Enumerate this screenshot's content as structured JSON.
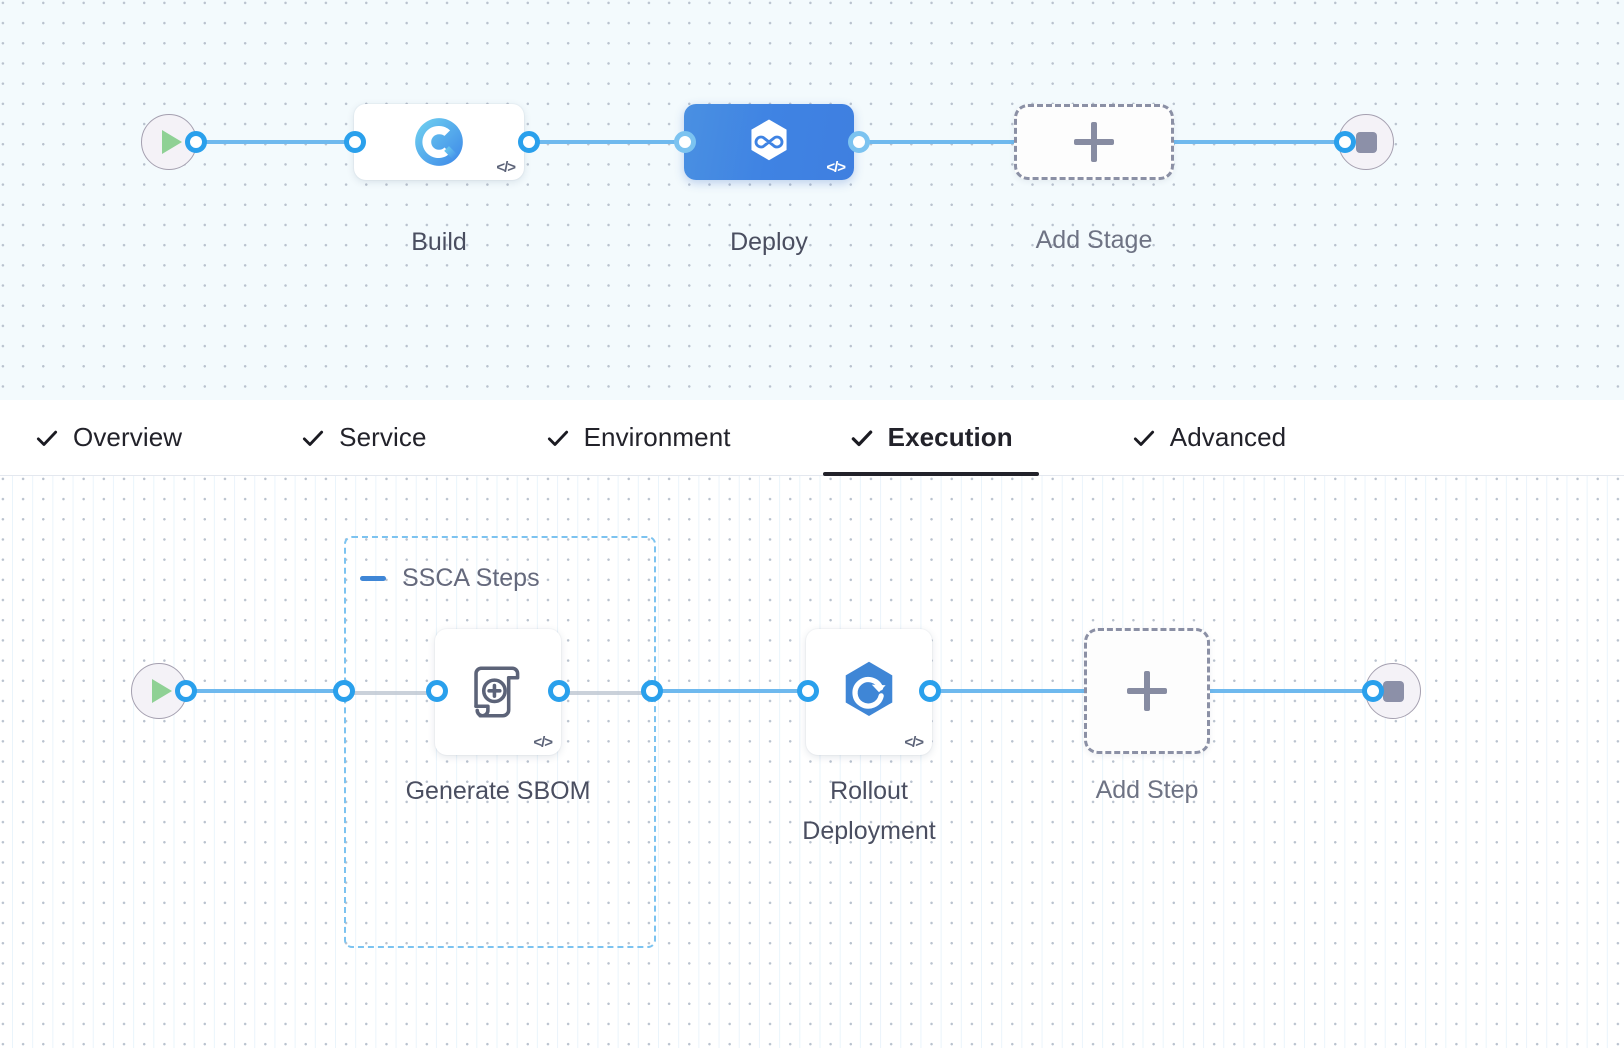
{
  "colors": {
    "edge": "#6fb9ee",
    "port_ring": "#2aa0ec",
    "deploy_node": "#4a90e2",
    "group_border": "#7cc3f0",
    "canvas_stage_bg": "#f3fafd",
    "canvas_step_bg": "#ffffff",
    "tab_active_underline": "#22222a",
    "play_icon": "#8fd195",
    "stop_icon": "#8c90a8",
    "add_dash": "#8b90a5"
  },
  "stage_canvas": {
    "name": "pipeline-stage-graph",
    "start_node": {
      "icon": "play-icon",
      "label": "Start"
    },
    "end_node": {
      "icon": "stop-icon",
      "label": "End"
    },
    "stages": [
      {
        "id": "build",
        "label": "Build",
        "icon": "harness-ci-build-icon",
        "code_badge": "</>",
        "selected": false
      },
      {
        "id": "deploy",
        "label": "Deploy",
        "icon": "harness-cd-infinity-icon",
        "code_badge": "</>",
        "selected": true
      }
    ],
    "add_stage": {
      "label": "Add Stage",
      "icon": "plus-icon"
    }
  },
  "tabs": {
    "name": "stage-config-tabs",
    "items": [
      {
        "id": "overview",
        "label": "Overview",
        "checked": true,
        "active": false
      },
      {
        "id": "service",
        "label": "Service",
        "checked": true,
        "active": false
      },
      {
        "id": "environment",
        "label": "Environment",
        "checked": true,
        "active": false
      },
      {
        "id": "execution",
        "label": "Execution",
        "checked": true,
        "active": true
      },
      {
        "id": "advanced",
        "label": "Advanced",
        "checked": true,
        "active": false
      }
    ]
  },
  "step_canvas": {
    "name": "execution-step-graph",
    "start_node": {
      "icon": "play-icon",
      "label": "Start"
    },
    "end_node": {
      "icon": "stop-icon",
      "label": "End"
    },
    "step_group": {
      "title": "SSCA Steps",
      "collapse_icon": "minus-icon",
      "steps": [
        {
          "id": "generate-sbom",
          "label": "Generate SBOM",
          "icon": "sbom-scroll-plus-icon",
          "code_badge": "</>"
        }
      ]
    },
    "steps": [
      {
        "id": "rollout-deployment",
        "label": "Rollout\nDeployment",
        "icon": "harness-rollout-hexagon-icon",
        "code_badge": "</>"
      }
    ],
    "add_step": {
      "label": "Add Step",
      "icon": "plus-icon"
    }
  }
}
